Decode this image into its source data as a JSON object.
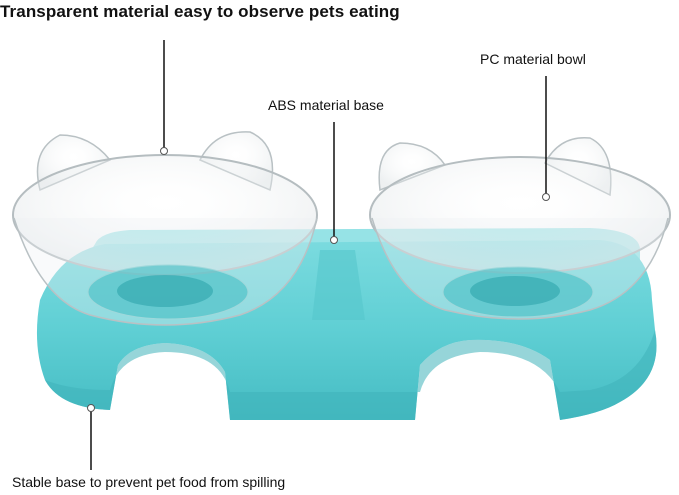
{
  "labels": {
    "top": "Transparent material easy to observe pets eating",
    "abs": "ABS material base",
    "pc": "PC material bowl",
    "bottom": "Stable base to prevent pet food from spilling"
  },
  "colors": {
    "base": "#5fcfd4",
    "base_dark": "#43b8bf",
    "base_shadow": "#3aa8ae",
    "bowl_edge": "#c7cdd0",
    "leader": "#111111"
  }
}
